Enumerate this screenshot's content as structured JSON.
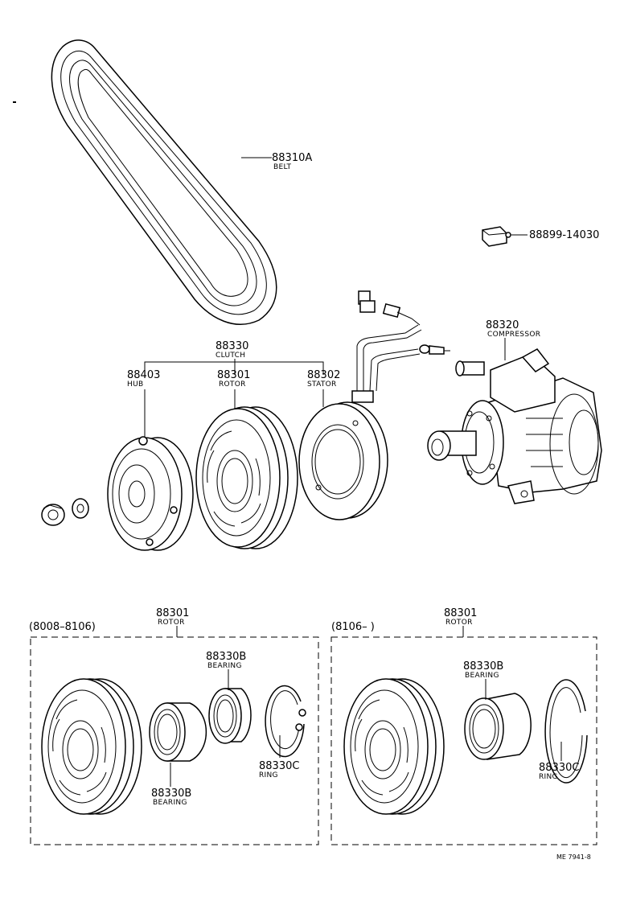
{
  "labels": {
    "belt": {
      "pn": "88310A",
      "name": "BELT"
    },
    "connector": {
      "pn": "88899-14030"
    },
    "compressor": {
      "pn": "88320",
      "name": "COMPRESSOR"
    },
    "clutch": {
      "pn": "88330",
      "name": "CLUTCH"
    },
    "hub": {
      "pn": "88403",
      "name": "HUB"
    },
    "rotor": {
      "pn": "88301",
      "name": "ROTOR"
    },
    "stator": {
      "pn": "88302",
      "name": "STATOR"
    }
  },
  "left_box": {
    "date_range": "(8008–8106)",
    "rotor": {
      "pn": "88301",
      "name": "ROTOR"
    },
    "bearing_top": {
      "pn": "88330B",
      "name": "BEARING"
    },
    "bearing_bottom": {
      "pn": "88330B",
      "name": "BEARING"
    },
    "ring": {
      "pn": "88330C",
      "name": "RING"
    }
  },
  "right_box": {
    "date_range": "(8106–          )",
    "rotor": {
      "pn": "88301",
      "name": "ROTOR"
    },
    "bearing": {
      "pn": "88330B",
      "name": "BEARING"
    },
    "ring": {
      "pn": "88330C",
      "name": "RING"
    }
  },
  "footer": {
    "code": "ME  7941-8"
  }
}
